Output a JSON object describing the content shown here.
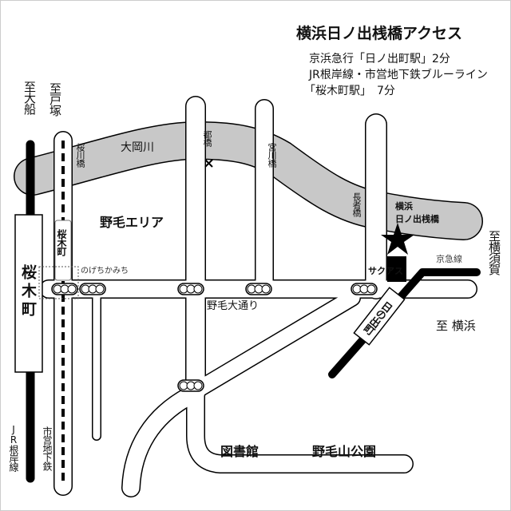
{
  "title": "横浜日ノ出桟橋アクセス",
  "access": [
    "京浜急行「日ノ出町駅」2分",
    "JR根岸線・市営地下鉄ブルーライン",
    "「桜木町駅」　7分"
  ],
  "directions": {
    "ofuna": "至大船",
    "totsuka": "至戸塚",
    "yokosuka": "至横須賀",
    "yokohama": "至 横浜"
  },
  "stations": {
    "sakuragicho_jr": "桜木町",
    "sakuragicho_subway": "桜木町",
    "hinodecho": "日の出町"
  },
  "lines": {
    "jr": "JR根岸線",
    "subway": "市営地下鉄",
    "keikyu": "京急線"
  },
  "river": "大岡川",
  "bridges": {
    "sakuragawa": "桜川橋",
    "miyako": "都橋",
    "miyagawa": "宮川橋",
    "chosha": "長者橋"
  },
  "pier": "横浜\n日ノ出桟橋",
  "pier_line1": "横浜",
  "pier_line2": "日ノ出桟橋",
  "area": "野毛エリア",
  "underpass": "のげちかみち",
  "street": "野毛大通り",
  "sakuas": "サクアス",
  "library": "図書館",
  "park": "野毛山公園",
  "colors": {
    "river": "#c8c8c8",
    "line": "#000000"
  }
}
